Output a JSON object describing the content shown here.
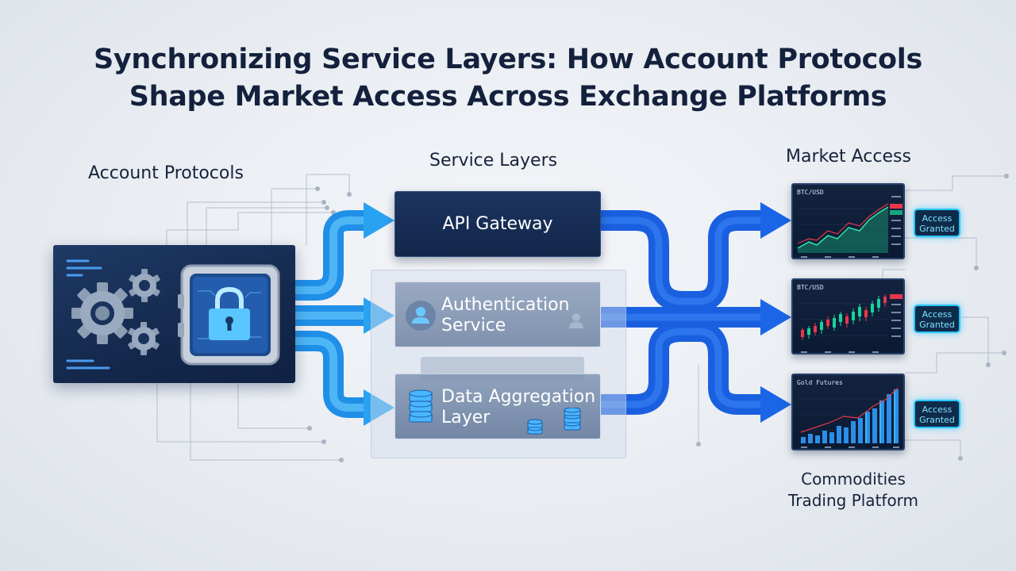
{
  "title": {
    "line1": "Synchronizing Service Layers: How Account Protocols",
    "line2": "Shape Market Access Across Exchange Platforms"
  },
  "headings": {
    "account_protocols": "Account Protocols",
    "service_layers": "Service Layers",
    "market_access": "Market Access"
  },
  "layers": {
    "api_gateway": "API Gateway",
    "auth_line1": "Authentication",
    "auth_line2": "Service",
    "data_line1": "Data Aggregation",
    "data_line2": "Layer"
  },
  "markets": [
    {
      "title": "BTC/USD",
      "badge_line1": "Access",
      "badge_line2": "Granted"
    },
    {
      "title": "BTC/USD",
      "badge_line1": "Access",
      "badge_line2": "Granted"
    },
    {
      "title": "Gold Futures",
      "badge_line1": "Access",
      "badge_line2": "Granted"
    }
  ],
  "caption": {
    "line1": "Commodities",
    "line2": "Trading Platform"
  },
  "colors": {
    "title": "#14213d",
    "arrow_light": "#2ea3f2",
    "arrow_dark": "#1457d6",
    "badge_glow": "#29c6ff",
    "panel": "#1a335c"
  }
}
